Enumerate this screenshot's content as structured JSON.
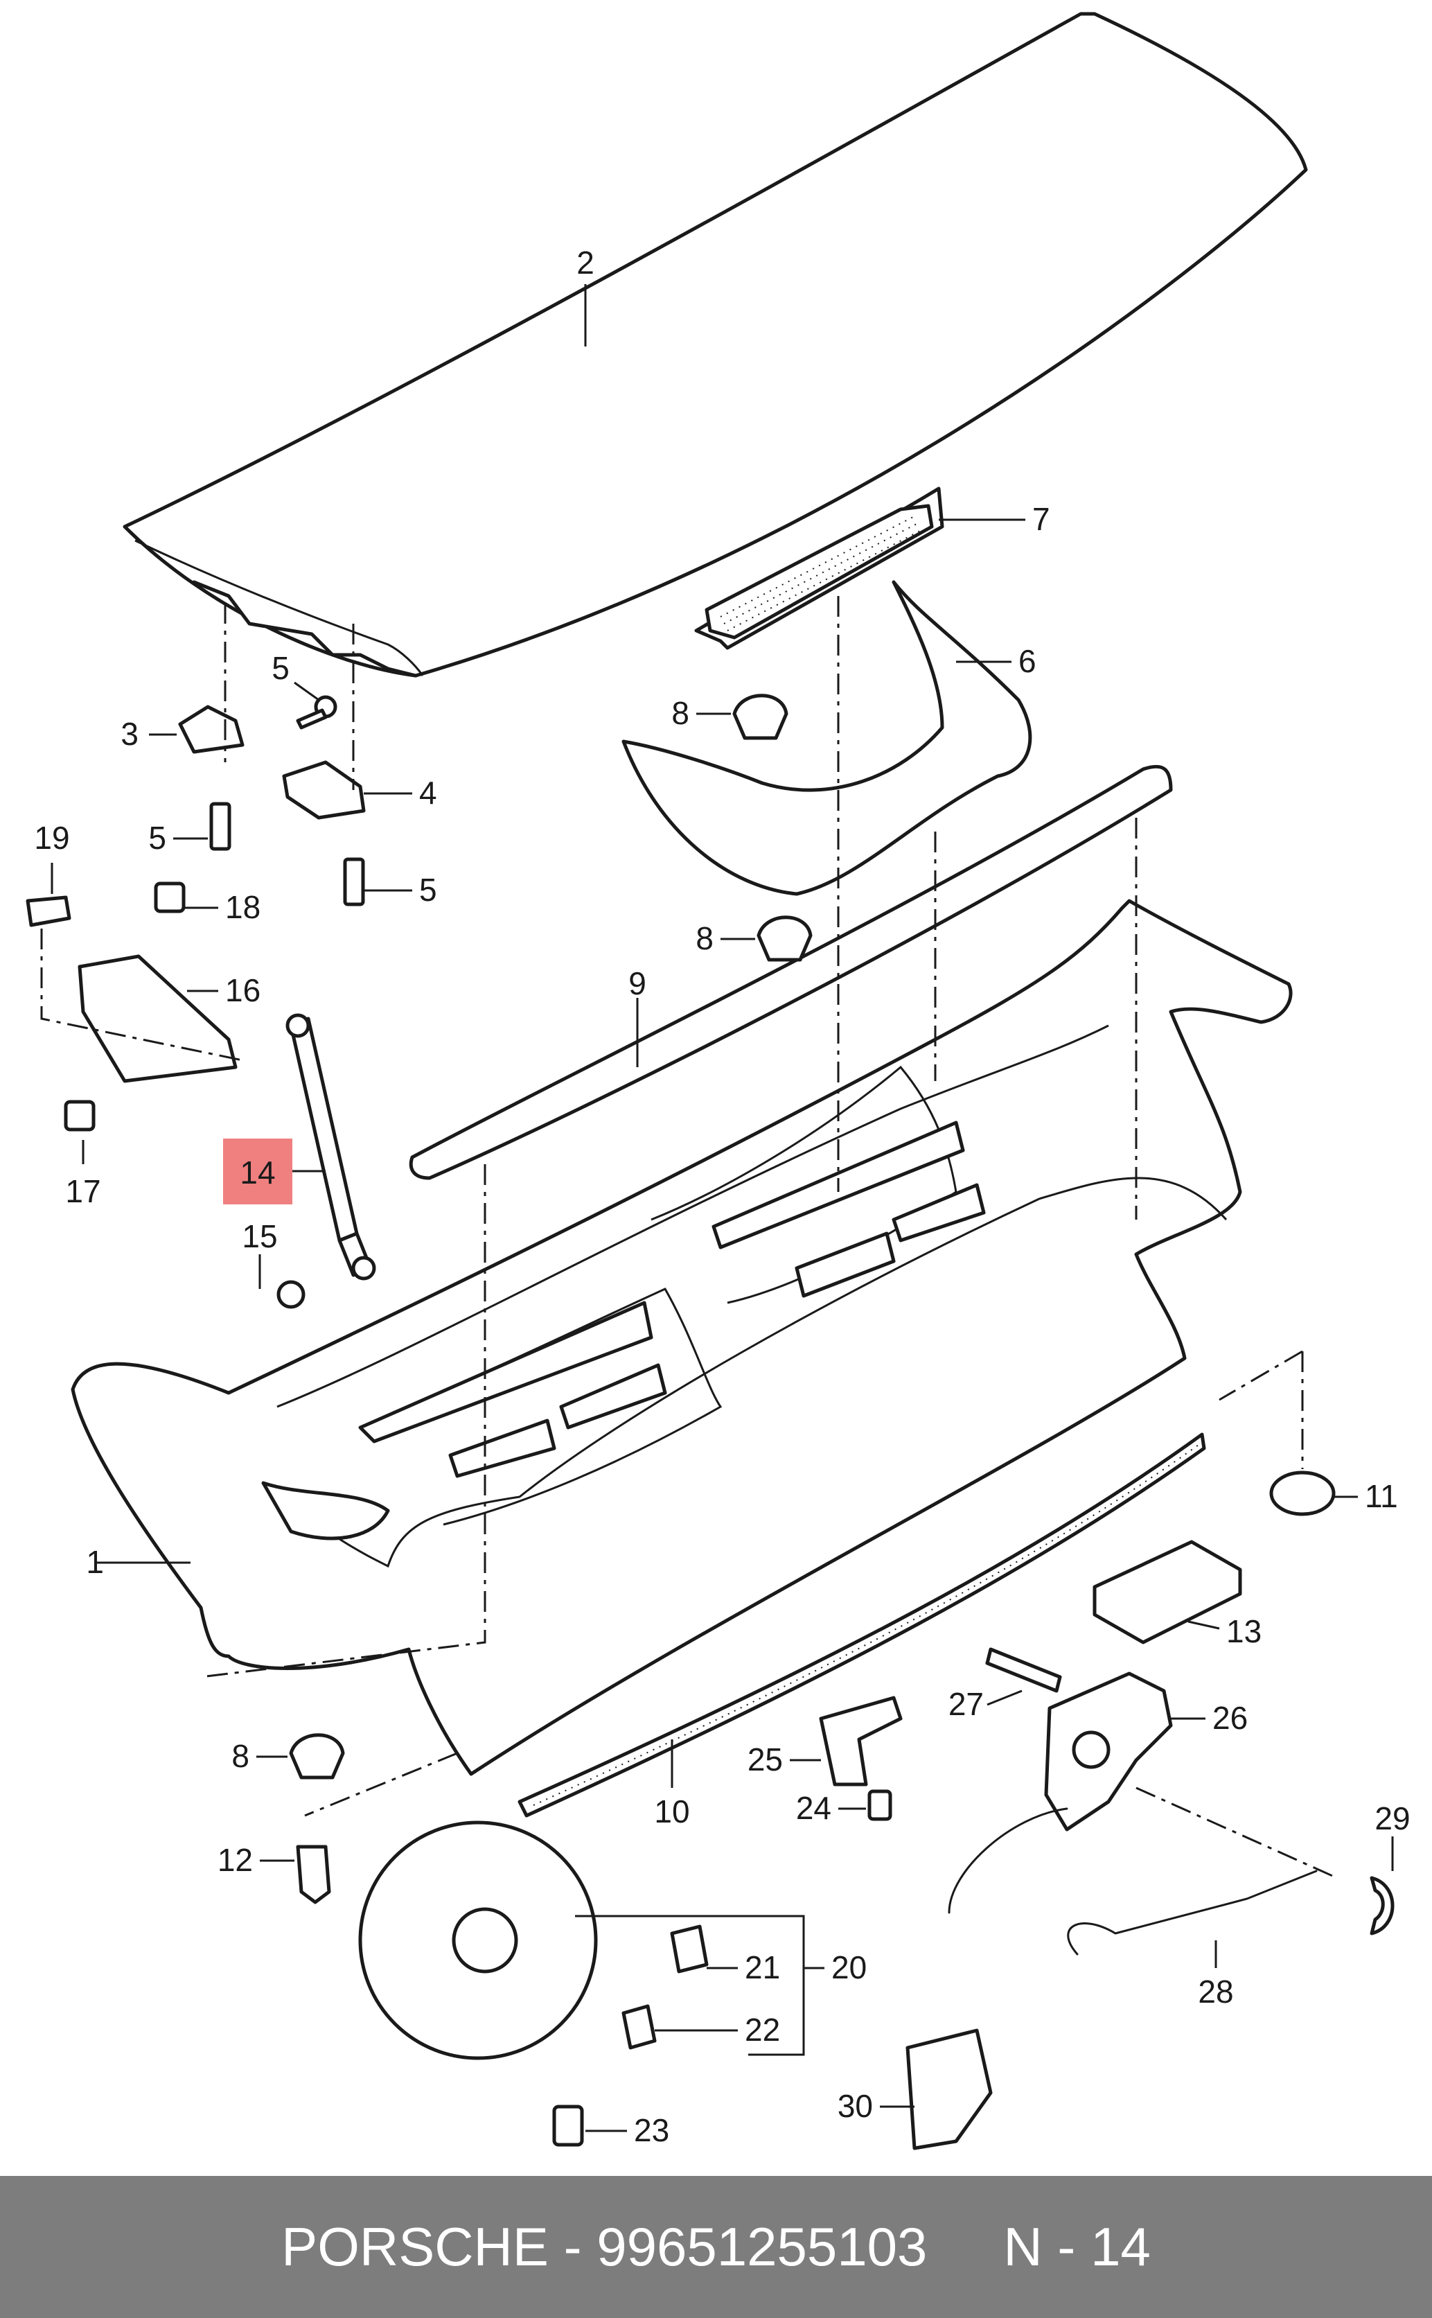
{
  "labels": {
    "l1": "1",
    "l2": "2",
    "l3": "3",
    "l4": "4",
    "l5a": "5",
    "l5b": "5",
    "l5c": "5",
    "l6": "6",
    "l7": "7",
    "l8a": "8",
    "l8b": "8",
    "l8c": "8",
    "l9": "9",
    "l10": "10",
    "l11": "11",
    "l12": "12",
    "l13": "13",
    "l14": "14",
    "l15": "15",
    "l16": "16",
    "l17": "17",
    "l18": "18",
    "l19": "19",
    "l20": "20",
    "l21": "21",
    "l22": "22",
    "l23": "23",
    "l24": "24",
    "l25": "25",
    "l26": "26",
    "l27": "27",
    "l28": "28",
    "l29": "29",
    "l30": "30"
  },
  "highlight_color": "#f08080",
  "footer": {
    "brand": "PORSCHE",
    "separator": "-",
    "part_number": "99651255103",
    "ref": "N - 14"
  },
  "footer_bg": "#7d7d7d"
}
